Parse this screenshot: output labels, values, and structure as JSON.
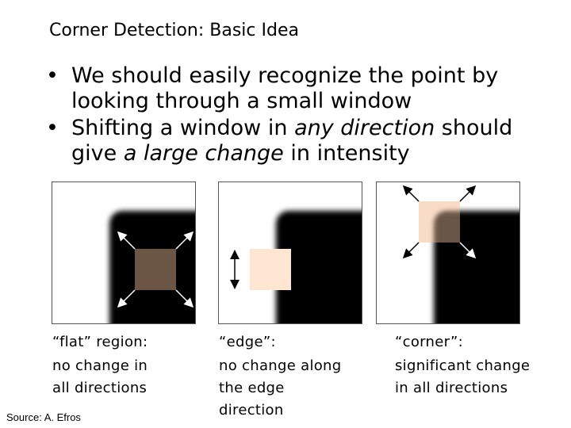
{
  "slide": {
    "title": "Corner Detection: Basic Idea",
    "bullets": [
      {
        "bullet": "•",
        "parts": [
          {
            "text": "We should easily recognize the point by looking through a small window",
            "italic": false
          }
        ]
      },
      {
        "bullet": "•",
        "parts": [
          {
            "text": "Shifting a window in ",
            "italic": false
          },
          {
            "text": "any direction",
            "italic": true
          },
          {
            "text": " should give ",
            "italic": false
          },
          {
            "text": "a large change",
            "italic": true
          },
          {
            "text": " in intensity",
            "italic": false
          }
        ]
      }
    ],
    "panels": [
      {
        "id": "flat",
        "caption_title": "“flat” region:",
        "caption_lines": [
          "no change in",
          "all directions"
        ],
        "window_color": "#6b5646"
      },
      {
        "id": "edge",
        "caption_title": "“edge”:",
        "caption_lines": [
          "no change along",
          "the edge",
          "direction"
        ],
        "window_color": "#fde6d2"
      },
      {
        "id": "corner",
        "caption_title": "“corner”:",
        "caption_lines": [
          "significant change",
          "in all directions"
        ],
        "window_color_top": "#f8dcc8",
        "window_color_bottom": "#6b5646"
      }
    ],
    "source": "Source: A. Efros"
  }
}
